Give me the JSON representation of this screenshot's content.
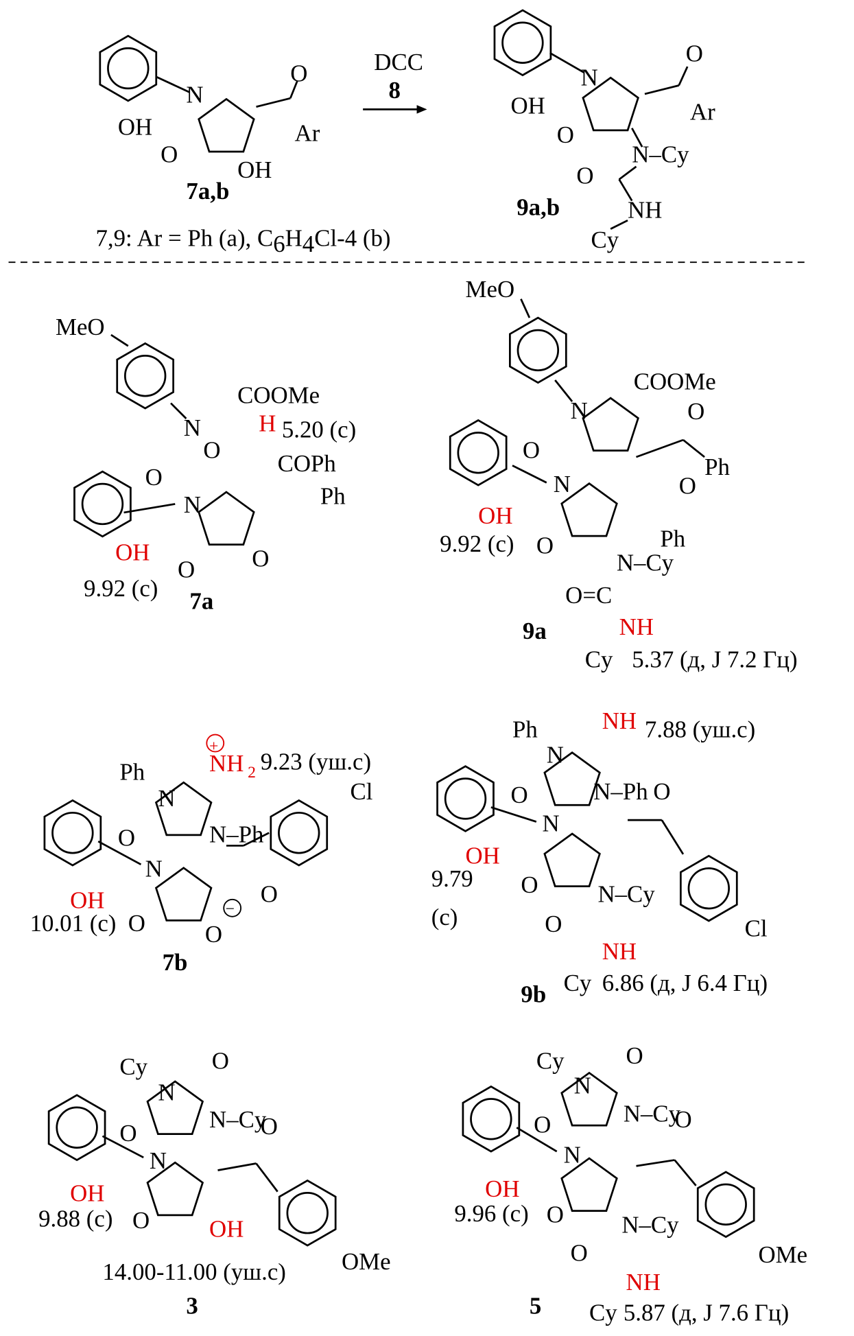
{
  "scheme": {
    "reagent": "DCC",
    "reagent_number": "8",
    "caption": {
      "compounds": "7,9",
      "text1": ": Ar = Ph (",
      "a": "a",
      "text2": "), C",
      "sub6": "6",
      "h": "H",
      "sub4": "4",
      "text3": "Cl-4 (",
      "b": "b",
      "text4": ")"
    }
  },
  "c7ab": {
    "label": "7a,b",
    "atoms": [
      "OH",
      "N",
      "O",
      "OH",
      "O",
      "Ar"
    ]
  },
  "c9ab": {
    "label": "9a,b",
    "atoms": [
      "OH",
      "N",
      "O",
      "O",
      "Ar",
      "N–Cy",
      "O",
      "NH",
      "Cy"
    ]
  },
  "c7a": {
    "label": "7a",
    "atoms": [
      "MeO",
      "COOMe",
      "H",
      "5.20 (с)",
      "N",
      "O",
      "COPh",
      "O",
      "N",
      "Ph",
      "OH",
      "O",
      "O",
      "9.92 (с)"
    ]
  },
  "c9a": {
    "label": "9a",
    "atoms": [
      "MeO",
      "COOMe",
      "N",
      "O",
      "O",
      "Ph",
      "N",
      "O",
      "OH",
      "9.92 (с)",
      "O",
      "Ph",
      "N–Cy",
      "O=C",
      "NH",
      "Cy",
      "5.37 (д, J 7.2 Гц)"
    ]
  },
  "c7b": {
    "label": "7b",
    "atoms": [
      "NH",
      "2",
      "9.23 (уш.с)",
      "Ph",
      "Cl",
      "N",
      "O",
      "N–Ph",
      "N",
      "O",
      "OH",
      "10.01 (с)",
      "O",
      "O",
      "+",
      "−"
    ]
  },
  "c9b": {
    "label": "9b",
    "atoms": [
      "Ph",
      "NH",
      "7.88 (уш.с)",
      "N",
      "O",
      "N–Ph",
      "O",
      "N",
      "OH",
      "9.79",
      "(с)",
      "O",
      "N–Cy",
      "Cl",
      "O",
      "NH",
      "Cy",
      "6.86 (д, J 6.4 Гц)"
    ]
  },
  "c3": {
    "label": "3",
    "atoms": [
      "Cy",
      "O",
      "N",
      "N–Cy",
      "O",
      "O",
      "N",
      "OH",
      "9.88 (с)",
      "O",
      "OH",
      "OMe",
      "14.00-11.00 (уш.с)"
    ]
  },
  "c5": {
    "label": "5",
    "atoms": [
      "Cy",
      "O",
      "N",
      "N–Cy",
      "O",
      "O",
      "N",
      "OH",
      "9.96 (с)",
      "O",
      "N–Cy",
      "OMe",
      "O",
      "NH",
      "Cy",
      "5.87 (д, J 7.6 Гц)"
    ]
  }
}
